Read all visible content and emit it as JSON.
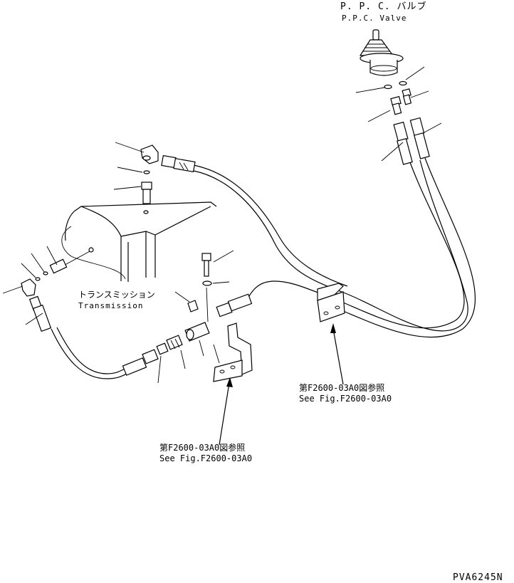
{
  "diagram": {
    "ppc_valve_jp": "P. P. C. バルブ",
    "ppc_valve_en": "P.P.C. Valve",
    "transmission_jp": "トランスミッション",
    "transmission_en": "Transmission",
    "ref_left_jp": "第F2600-03A0図参照",
    "ref_left_en": "See Fig.F2600-03A0",
    "ref_right_jp": "第F2600-03A0図参照",
    "ref_right_en": "See Fig.F2600-03A0",
    "drawing_number": "PVA6245N"
  }
}
